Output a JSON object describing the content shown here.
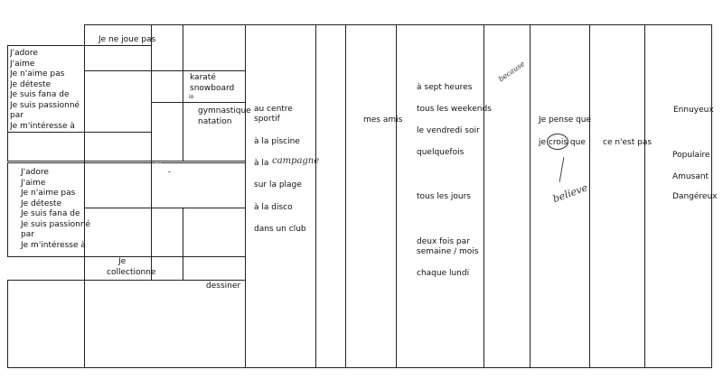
{
  "worksheet": {
    "col1_block1_phrases": [
      "J'adore",
      "J'aime",
      "Je n'aime pas",
      "Je déteste",
      "Je suis fana de",
      "Je suis passionné",
      "par",
      "Je m'intéresse à"
    ],
    "col1_block2_phrases": [
      "J'adore",
      "J'aime",
      "Je n'aime pas",
      "Je déteste",
      "Je suis fana de",
      "Je suis passionné",
      "par",
      "Je m'intéresse à"
    ],
    "je_ne_joue_pas": "Je ne joue pas",
    "sports_block": [
      "karaté",
      "snowboard"
    ],
    "sports_block_small": "io",
    "sports_block2": [
      "gymnastique",
      "natation"
    ],
    "je_collectionne": [
      "Je",
      "collectionne"
    ],
    "dessiner": "dessiner",
    "places": [
      "au centre",
      "sportif",
      "à la piscine",
      "à la",
      "sur la plage",
      "à la disco",
      "dans un club"
    ],
    "with_whom": "mes amis",
    "when": [
      "à sept heures",
      "tous les weekends",
      "le vendredi soir",
      "quelquefois",
      "tous les jours",
      "deux fois par",
      "semaine / mois",
      "chaque lundi"
    ],
    "opinion_intro": [
      "Je pense que",
      "je crois que"
    ],
    "negation": "ce n'est pas",
    "adjectives": [
      "Ennuyeux",
      "Populaire",
      "Amusant",
      "Dangéreux"
    ],
    "handwritten": {
      "campagne": "campagne",
      "because": "because",
      "believe": "believe"
    }
  }
}
